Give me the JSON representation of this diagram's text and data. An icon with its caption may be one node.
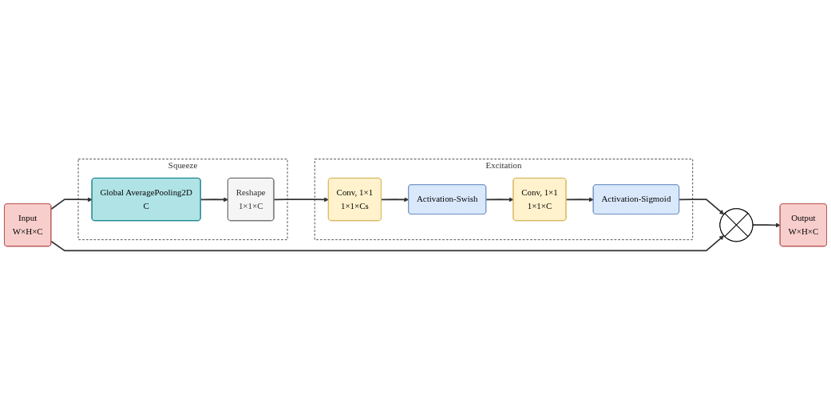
{
  "diagram": {
    "nodes": [
      {
        "text": [
          "Input",
          "W×H×C"
        ]
      },
      {
        "text": [
          "Squeeze"
        ]
      },
      {
        "text": [
          "Global AveragePooling2D",
          "C"
        ],
        "in": 1
      },
      {
        "text": [
          "Reshape",
          "1×1×C"
        ],
        "in": 1
      },
      {
        "text": [
          "Excitation"
        ]
      },
      {
        "text": [
          "Conv, 1×1",
          "1×1×Cs"
        ],
        "in": 4
      },
      {
        "text": [
          "Activation-Swish"
        ],
        "in": 4
      },
      {
        "text": [
          "Conv, 1×1",
          "1×1×C"
        ],
        "in": 4
      },
      {
        "text": [
          "Activation-Sigmoid"
        ],
        "in": 4
      },
      {
        "text": [
          "Output",
          "W×H×C"
        ]
      },
      {
        "text": [],
        "shape": "circle"
      }
    ],
    "edges": [
      {
        "from": 0,
        "to": 2,
        "arrow": "to"
      },
      {
        "from": 2,
        "to": 3,
        "arrow": "to"
      },
      {
        "from": 3,
        "to": 5,
        "arrow": "to"
      },
      {
        "from": 5,
        "to": 6,
        "arrow": "to"
      },
      {
        "from": 6,
        "to": 7,
        "arrow": "to"
      },
      {
        "from": 7,
        "to": 8,
        "arrow": "to"
      },
      {
        "from": 8,
        "to": 10,
        "arrow": "to"
      },
      {
        "from": 0,
        "to": 10,
        "arrow": "to"
      },
      {
        "from": 10,
        "to": 9,
        "arrow": "to"
      }
    ]
  }
}
